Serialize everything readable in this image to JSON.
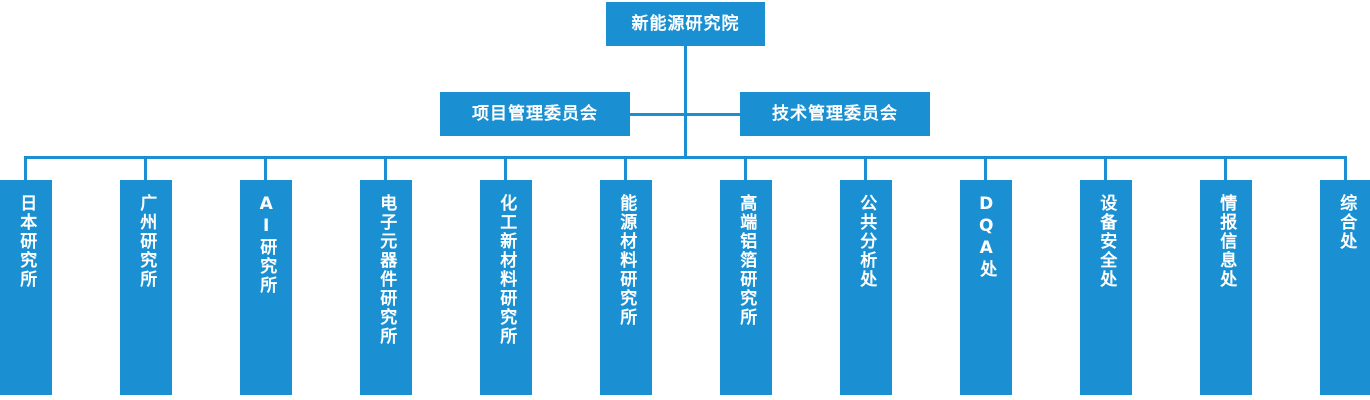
{
  "chart": {
    "type": "org-chart",
    "accent_color": "#1a90d2",
    "text_color": "#ffffff",
    "background_color": "#ffffff",
    "root": {
      "label": "新能源研究院"
    },
    "committees": [
      {
        "label": "项目管理委员会"
      },
      {
        "label": "技术管理委员会"
      }
    ],
    "departments": [
      {
        "label": "日本研究所"
      },
      {
        "label": "广州研究所"
      },
      {
        "label": "AI研究所"
      },
      {
        "label": "电子元器件研究所"
      },
      {
        "label": "化工新材料研究所"
      },
      {
        "label": "能源材料研究所"
      },
      {
        "label": "高端铝箔研究所"
      },
      {
        "label": "公共分析处"
      },
      {
        "label": "DQA处"
      },
      {
        "label": "设备安全处"
      },
      {
        "label": "情报信息处"
      },
      {
        "label": "综合处"
      }
    ]
  }
}
